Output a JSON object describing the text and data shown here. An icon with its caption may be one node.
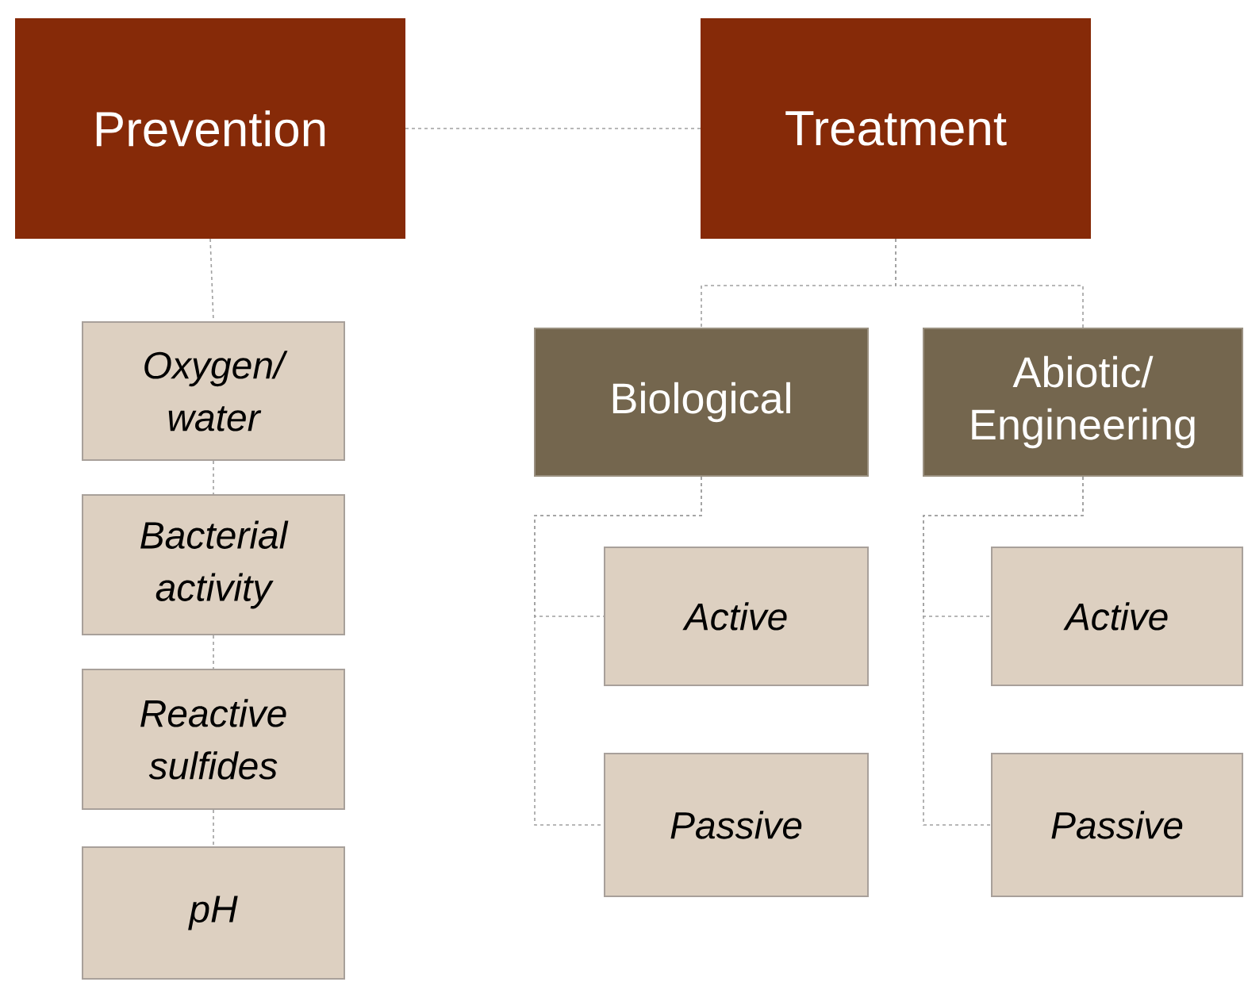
{
  "diagram": {
    "nodes": [
      {
        "text": [
          "Prevention"
        ]
      },
      {
        "text": [
          "Treatment"
        ]
      },
      {
        "text": [
          "Oxygen/ water"
        ]
      },
      {
        "text": [
          "Bacterial activity"
        ]
      },
      {
        "text": [
          "Reactive sulfides"
        ]
      },
      {
        "text": [
          "pH"
        ]
      },
      {
        "text": [
          "Biological"
        ]
      },
      {
        "text": [
          "Abiotic/ Engineering"
        ]
      },
      {
        "text": [
          "Active"
        ]
      },
      {
        "text": [
          "Passive"
        ]
      },
      {
        "text": [
          "Active"
        ]
      },
      {
        "text": [
          "Passive"
        ]
      }
    ],
    "edges": [
      {
        "from": 0,
        "to": 1,
        "arrow": "none",
        "style": "dashed"
      },
      {
        "from": 0,
        "to": 2,
        "arrow": "none",
        "style": "dashed"
      },
      {
        "from": 2,
        "to": 3,
        "arrow": "none",
        "style": "dashed"
      },
      {
        "from": 3,
        "to": 4,
        "arrow": "none",
        "style": "dashed"
      },
      {
        "from": 4,
        "to": 5,
        "arrow": "none",
        "style": "dashed"
      },
      {
        "from": 1,
        "to": 6,
        "arrow": "none",
        "style": "dashed"
      },
      {
        "from": 1,
        "to": 7,
        "arrow": "none",
        "style": "dashed"
      },
      {
        "from": 6,
        "to": 8,
        "arrow": "none",
        "style": "dashed"
      },
      {
        "from": 6,
        "to": 9,
        "arrow": "none",
        "style": "dashed"
      },
      {
        "from": 7,
        "to": 10,
        "arrow": "none",
        "style": "dashed"
      },
      {
        "from": 7,
        "to": 11,
        "arrow": "none",
        "style": "dashed"
      }
    ]
  }
}
